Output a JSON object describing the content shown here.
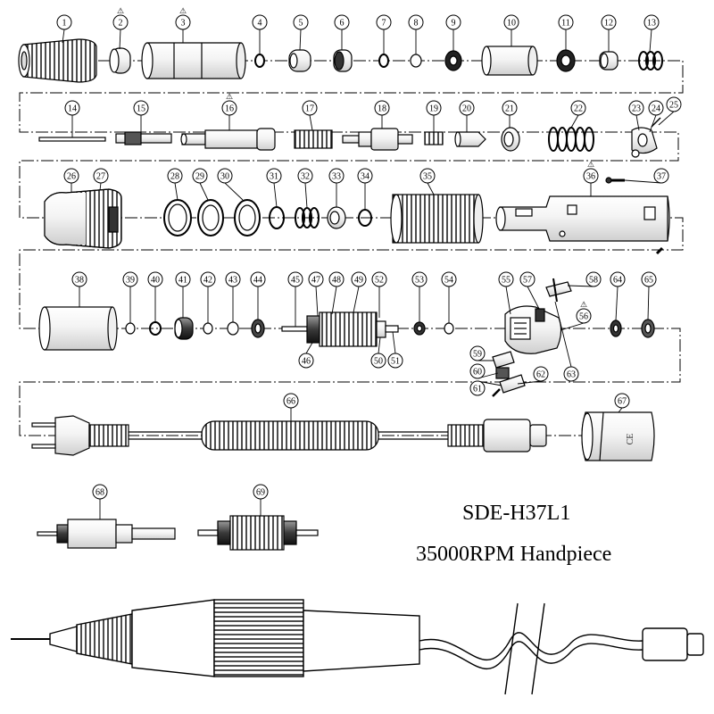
{
  "model": "SDE-H37L1",
  "description": "35000RPM Handpiece",
  "warning_symbol": "⚠",
  "callouts": [
    {
      "n": "1",
      "w": false
    },
    {
      "n": "2",
      "w": true
    },
    {
      "n": "3",
      "w": true
    },
    {
      "n": "4",
      "w": false
    },
    {
      "n": "5",
      "w": false
    },
    {
      "n": "6",
      "w": false
    },
    {
      "n": "7",
      "w": false
    },
    {
      "n": "8",
      "w": false
    },
    {
      "n": "9",
      "w": false
    },
    {
      "n": "10",
      "w": false
    },
    {
      "n": "11",
      "w": false
    },
    {
      "n": "12",
      "w": false
    },
    {
      "n": "13",
      "w": false
    },
    {
      "n": "14",
      "w": false
    },
    {
      "n": "15",
      "w": false
    },
    {
      "n": "16",
      "w": true
    },
    {
      "n": "17",
      "w": false
    },
    {
      "n": "18",
      "w": false
    },
    {
      "n": "19",
      "w": false
    },
    {
      "n": "20",
      "w": false
    },
    {
      "n": "21",
      "w": false
    },
    {
      "n": "22",
      "w": false
    },
    {
      "n": "23",
      "w": false
    },
    {
      "n": "24",
      "w": false
    },
    {
      "n": "25",
      "w": false
    },
    {
      "n": "26",
      "w": false
    },
    {
      "n": "27",
      "w": false
    },
    {
      "n": "28",
      "w": false
    },
    {
      "n": "29",
      "w": false
    },
    {
      "n": "30",
      "w": false
    },
    {
      "n": "31",
      "w": false
    },
    {
      "n": "32",
      "w": false
    },
    {
      "n": "33",
      "w": false
    },
    {
      "n": "34",
      "w": false
    },
    {
      "n": "35",
      "w": false
    },
    {
      "n": "36",
      "w": true
    },
    {
      "n": "37",
      "w": false
    },
    {
      "n": "38",
      "w": false
    },
    {
      "n": "39",
      "w": false
    },
    {
      "n": "40",
      "w": false
    },
    {
      "n": "41",
      "w": false
    },
    {
      "n": "42",
      "w": false
    },
    {
      "n": "43",
      "w": false
    },
    {
      "n": "44",
      "w": false
    },
    {
      "n": "45",
      "w": false
    },
    {
      "n": "46",
      "w": false
    },
    {
      "n": "47",
      "w": false
    },
    {
      "n": "48",
      "w": false
    },
    {
      "n": "49",
      "w": false
    },
    {
      "n": "50",
      "w": false
    },
    {
      "n": "51",
      "w": false
    },
    {
      "n": "52",
      "w": false
    },
    {
      "n": "53",
      "w": false
    },
    {
      "n": "54",
      "w": false
    },
    {
      "n": "55",
      "w": false
    },
    {
      "n": "56",
      "w": true
    },
    {
      "n": "57",
      "w": false
    },
    {
      "n": "58",
      "w": false
    },
    {
      "n": "59",
      "w": false
    },
    {
      "n": "60",
      "w": false
    },
    {
      "n": "61",
      "w": false
    },
    {
      "n": "62",
      "w": false
    },
    {
      "n": "63",
      "w": false
    },
    {
      "n": "64",
      "w": false
    },
    {
      "n": "65",
      "w": false
    },
    {
      "n": "66",
      "w": false
    },
    {
      "n": "67",
      "w": false
    },
    {
      "n": "68",
      "w": false
    },
    {
      "n": "69",
      "w": false
    }
  ],
  "colors": {
    "ink": "#000000",
    "background": "#ffffff",
    "fill_light": "#f2f2f2",
    "fill_mid": "#bdbdbd",
    "fill_dark": "#3a3a3a"
  }
}
